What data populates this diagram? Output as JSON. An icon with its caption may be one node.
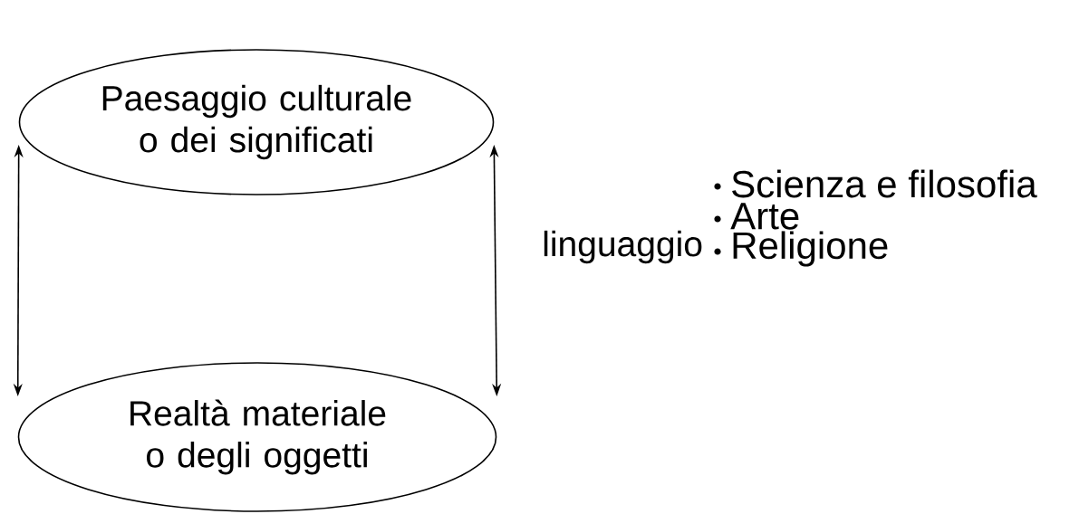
{
  "diagram": {
    "nodes": [
      {
        "text": [
          "Paesaggio culturale o dei significati"
        ]
      },
      {
        "text": [
          "Realtà materiale o degli oggetti"
        ]
      }
    ],
    "edges": [
      {
        "from": 0,
        "to": 1,
        "arrow": "both"
      },
      {
        "from": 0,
        "to": 1,
        "arrow": "both"
      }
    ],
    "labels": [
      "linguaggio",
      "Scienza e filosofia",
      "Arte",
      "Religione"
    ]
  }
}
